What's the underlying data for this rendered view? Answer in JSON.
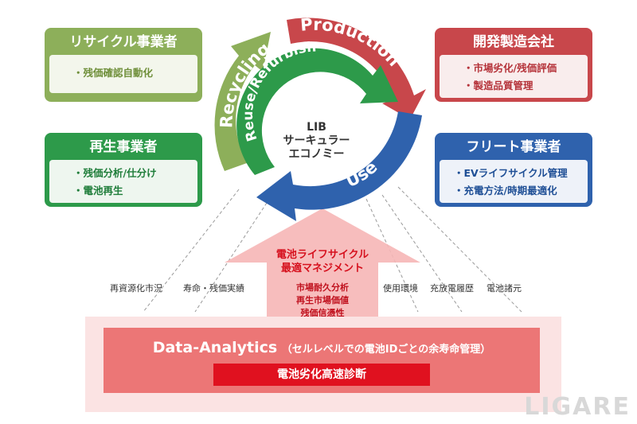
{
  "boxes": {
    "recycle": {
      "title": "リサイクル事業者",
      "items": [
        "・残価確認自動化"
      ]
    },
    "regen": {
      "title": "再生事業者",
      "items": [
        "・残価分析/仕分け",
        "・電池再生"
      ]
    },
    "manufacturer": {
      "title": "開発製造会社",
      "items": [
        "・市場劣化/残価評価",
        "・製造品質管理"
      ]
    },
    "fleet": {
      "title": "フリート事業者",
      "items": [
        "・EVライフサイクル管理",
        "・充電方法/時期最適化"
      ]
    }
  },
  "cycle": {
    "outer_labels": {
      "production": "Production",
      "recycling": "Recycling",
      "use": "Use"
    },
    "inner_label": "Reuse/Refurbish",
    "center": [
      "LIB",
      "サーキュラー",
      "エコノミー"
    ]
  },
  "data_flows": [
    "再資源化市況",
    "寿命・残価実績",
    "使用環境",
    "充放電履歴",
    "電池諸元"
  ],
  "center_arrow": {
    "title": [
      "電池ライフサイクル",
      "最適マネジメント"
    ],
    "items": [
      "市場耐久分析",
      "再生市場価値",
      "残価信憑性"
    ]
  },
  "analytics": {
    "title": "Data-Analytics",
    "subtitle": "（セルレベルでの電池IDごとの余寿命管理）",
    "button": "電池劣化高速診断"
  },
  "watermark": "LIGARE",
  "colors": {
    "green_light": "#8daf5a",
    "green_dark": "#2d9a4a",
    "red": "#c8474b",
    "blue": "#2f62ad",
    "analytics": "#ec7676",
    "alert": "#e0111f"
  }
}
